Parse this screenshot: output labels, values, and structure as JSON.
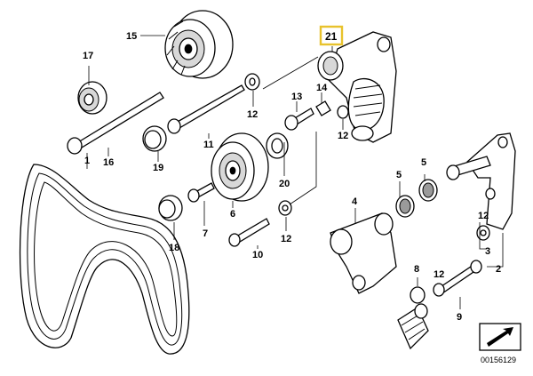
{
  "diagram": {
    "highlight_color": "#e8c22c",
    "labels": {
      "l1": "1",
      "l2": "2",
      "l3": "3",
      "l4": "4",
      "l5a": "5",
      "l5b": "5",
      "l6": "6",
      "l7": "7",
      "l8": "8",
      "l9": "9",
      "l10": "10",
      "l11": "11",
      "l12a": "12",
      "l12b": "12",
      "l12c": "12",
      "l12d": "12",
      "l12e": "12",
      "l13": "13",
      "l14": "14",
      "l15": "15",
      "l16": "16",
      "l17": "17",
      "l18": "18",
      "l19": "19",
      "l20": "20",
      "l21": "21"
    },
    "drawing_number": "00156129",
    "arrow_icon": "arrow-box-icon"
  }
}
